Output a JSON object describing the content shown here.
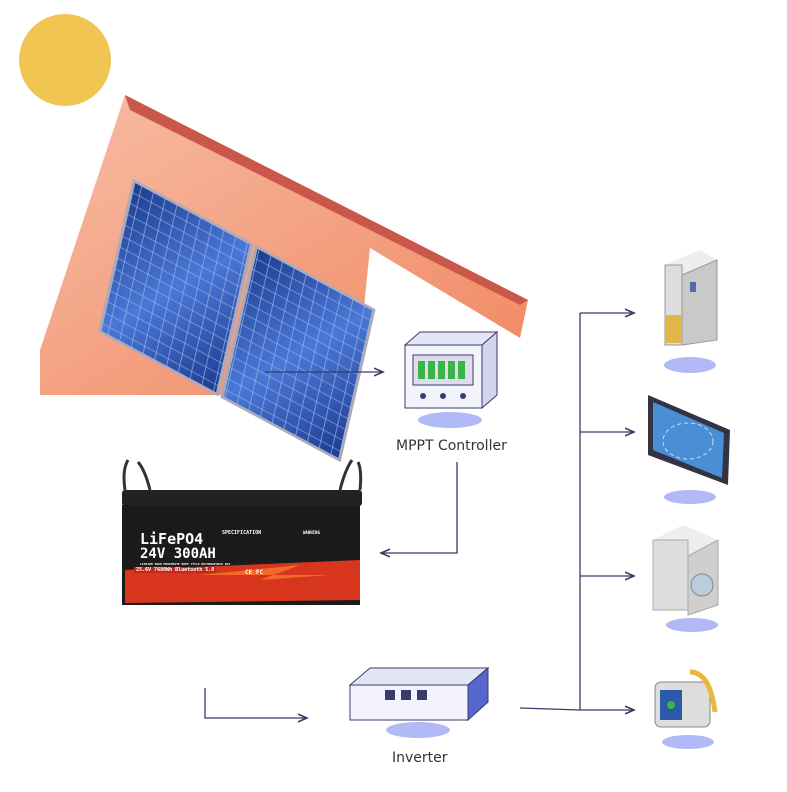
{
  "labels": {
    "controller": "MPPT Controller",
    "inverter": "Inverter"
  },
  "battery": {
    "chemistry": "LiFePO4",
    "rating": "24V 300AH",
    "subtitle": "LITHIUM IRON PHOSPHATE DEEP CYCLE RECHARGEABLE BAT",
    "band": "25.6V 7680Wh Bluetooth 5.0",
    "spec_title": "SPECIFICATION",
    "warning_title": "WARNING",
    "certs": "CE FC"
  },
  "colors": {
    "sun": "#f0c552",
    "line": "#3a3a6a",
    "roof": "#f08a5d",
    "panel": "#2a4fa8"
  }
}
